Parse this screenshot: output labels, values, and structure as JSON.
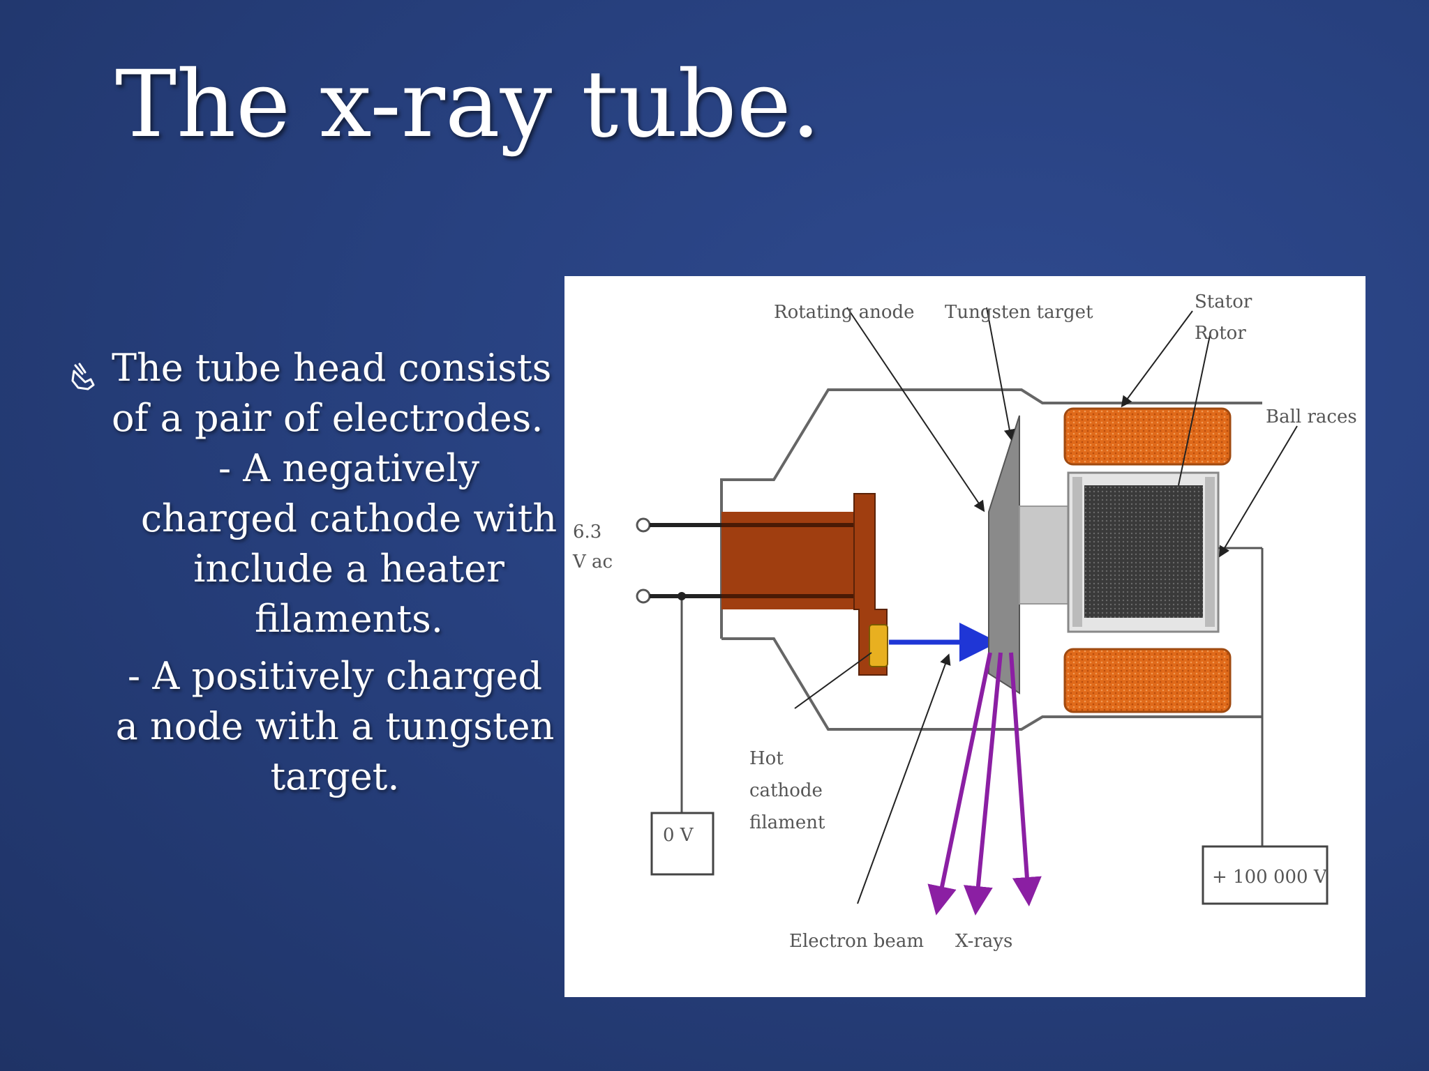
{
  "slide": {
    "title": "The x-ray tube.",
    "bullet_icon": "hand-pointer-icon",
    "body": {
      "lead": "The tube head consists of a pair of electrodes.",
      "sub1": "- A negatively charged cathode with include a heater filaments.",
      "sub2": "- A positively charged a node with  a tungsten target."
    }
  },
  "diagram": {
    "labels": {
      "rotating_anode": "Rotating anode",
      "tungsten_target": "Tungsten target",
      "stator": "Stator",
      "rotor": "Rotor",
      "ball_races": "Ball races",
      "voltage_63": "6.3",
      "voltage_ac": "V ac",
      "hot_cathode_1": "Hot",
      "hot_cathode_2": "cathode",
      "hot_cathode_3": "filament",
      "zero_volt": "0 V",
      "high_volt": "+ 100 000 V",
      "electron_beam": "Electron beam",
      "xrays": "X-rays"
    },
    "colors": {
      "cathode": "#a03e10",
      "stator": "#e06a1a",
      "electron_beam": "#1f36d6",
      "xrays": "#8b1fa3",
      "target": "#8a8a8a",
      "rotor": "#3a3a3a"
    }
  }
}
